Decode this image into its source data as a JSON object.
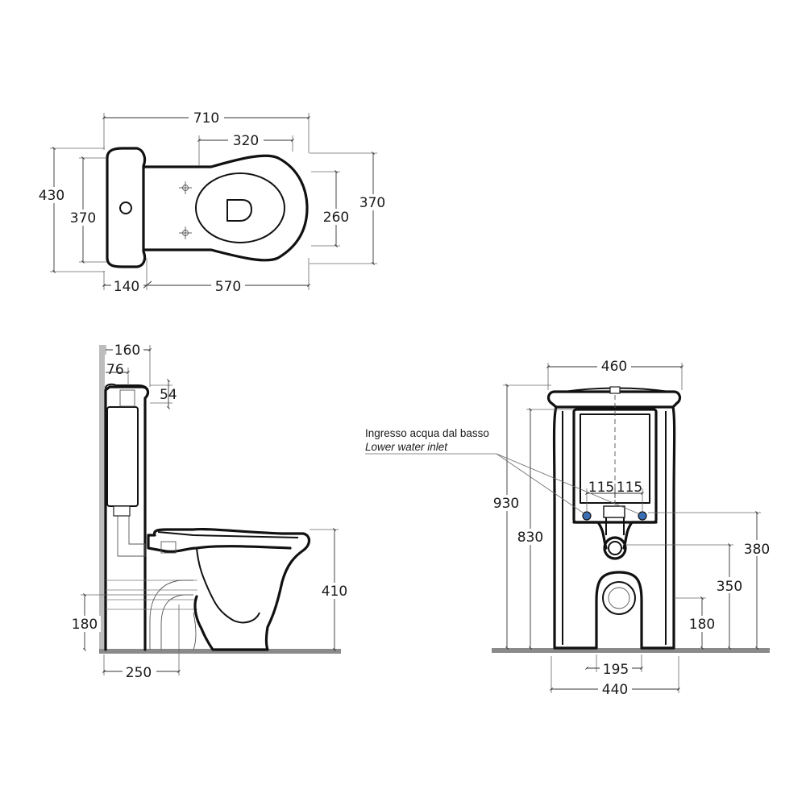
{
  "colors": {
    "line": "#111111",
    "text": "#1a1a1a",
    "inlet_marker": "#3a6fb5",
    "floor": "#8a8a8a"
  },
  "top_view": {
    "overall_length": "710",
    "bowl_opening_length": "320",
    "overall_width": "430",
    "tank_width": "370",
    "bowl_width_outer": "370",
    "bowl_width_inner": "260",
    "tank_depth": "140",
    "bowl_length": "570"
  },
  "side_view": {
    "tank_depth": "160",
    "top_offset": "76",
    "lid_height": "54",
    "rim_height": "410",
    "outlet_height": "180",
    "outlet_distance": "250"
  },
  "front_view": {
    "tank_width": "460",
    "overall_height": "930",
    "tank_top_height": "830",
    "inlet_spacing_left": "115",
    "inlet_spacing_right": "115",
    "inlet_height": "380",
    "outlet_top_height": "350",
    "outlet_height": "180",
    "foot_spacing": "195",
    "base_width": "440",
    "note_it": "Ingresso acqua dal basso",
    "note_en": "Lower water inlet"
  }
}
